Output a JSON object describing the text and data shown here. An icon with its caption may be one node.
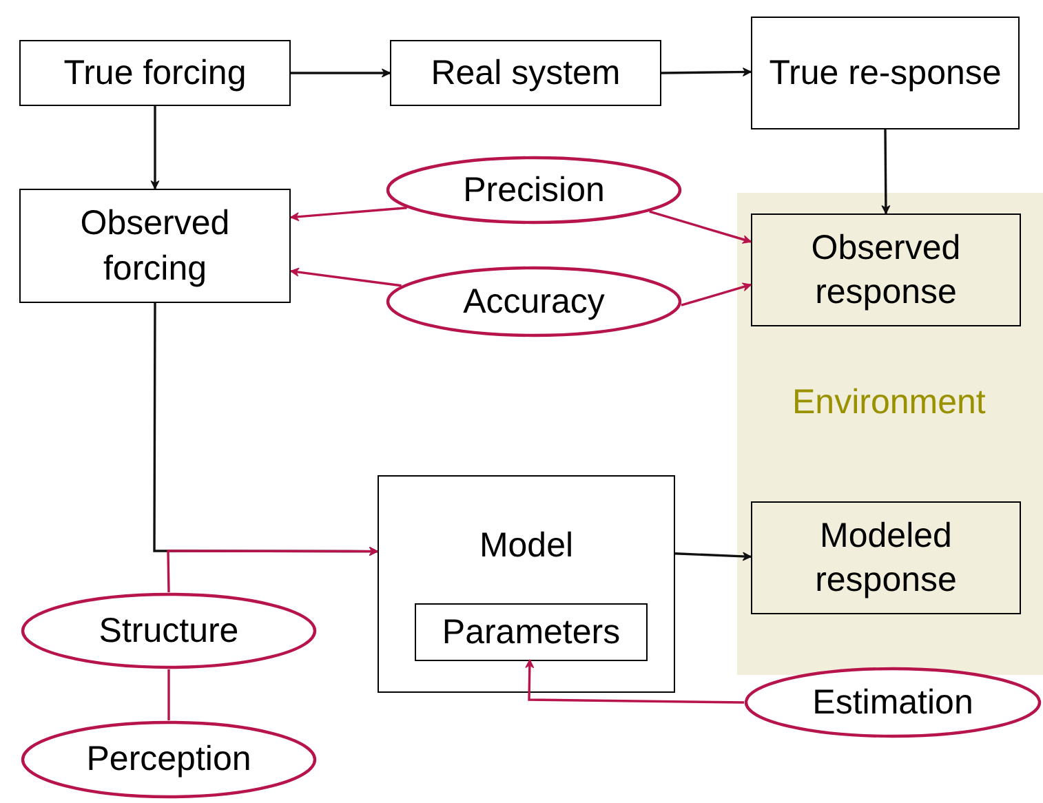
{
  "diagram": {
    "nodes": [
      {
        "text": [
          "True forcing"
        ]
      },
      {
        "text": [
          "Real system"
        ]
      },
      {
        "text": [
          "True re-sponse"
        ]
      },
      {
        "text": [
          "Observed forcing"
        ]
      },
      {
        "text": [
          "Precision"
        ]
      },
      {
        "text": [
          "Accuracy"
        ]
      },
      {
        "text": [
          "Environment"
        ]
      },
      {
        "text": [
          "Observed response"
        ],
        "in": 6
      },
      {
        "text": [
          "Model"
        ]
      },
      {
        "text": [
          "Parameters"
        ],
        "in": 8
      },
      {
        "text": [
          "Modeled response"
        ],
        "in": 6
      },
      {
        "text": [
          "Structure"
        ]
      },
      {
        "text": [
          "Perception"
        ]
      },
      {
        "text": [
          "Estimation"
        ]
      }
    ],
    "edges": [
      {
        "from": 0,
        "to": 1,
        "arrow": "to",
        "color": "#111111"
      },
      {
        "from": 1,
        "to": 2,
        "arrow": "to",
        "color": "#111111"
      },
      {
        "from": 0,
        "to": 3,
        "arrow": "to",
        "color": "#111111"
      },
      {
        "from": 2,
        "to": 7,
        "arrow": "to",
        "color": "#111111"
      },
      {
        "from": 4,
        "to": 3,
        "arrow": "to",
        "color": "#b8144c"
      },
      {
        "from": 4,
        "to": 7,
        "arrow": "to",
        "color": "#b8144c"
      },
      {
        "from": 5,
        "to": 3,
        "arrow": "to",
        "color": "#b8144c"
      },
      {
        "from": 5,
        "to": 7,
        "arrow": "to",
        "color": "#b8144c"
      },
      {
        "from": 3,
        "to": 8,
        "arrow": "to",
        "color": "#111111"
      },
      {
        "from": 11,
        "to": 8,
        "arrow": "to",
        "color": "#b8144c"
      },
      {
        "from": 8,
        "to": 10,
        "arrow": "to",
        "color": "#111111"
      },
      {
        "from": 12,
        "to": 11,
        "arrow": "none",
        "color": "#b8144c"
      },
      {
        "from": 13,
        "to": 9,
        "arrow": "to",
        "color": "#b8144c"
      }
    ]
  }
}
